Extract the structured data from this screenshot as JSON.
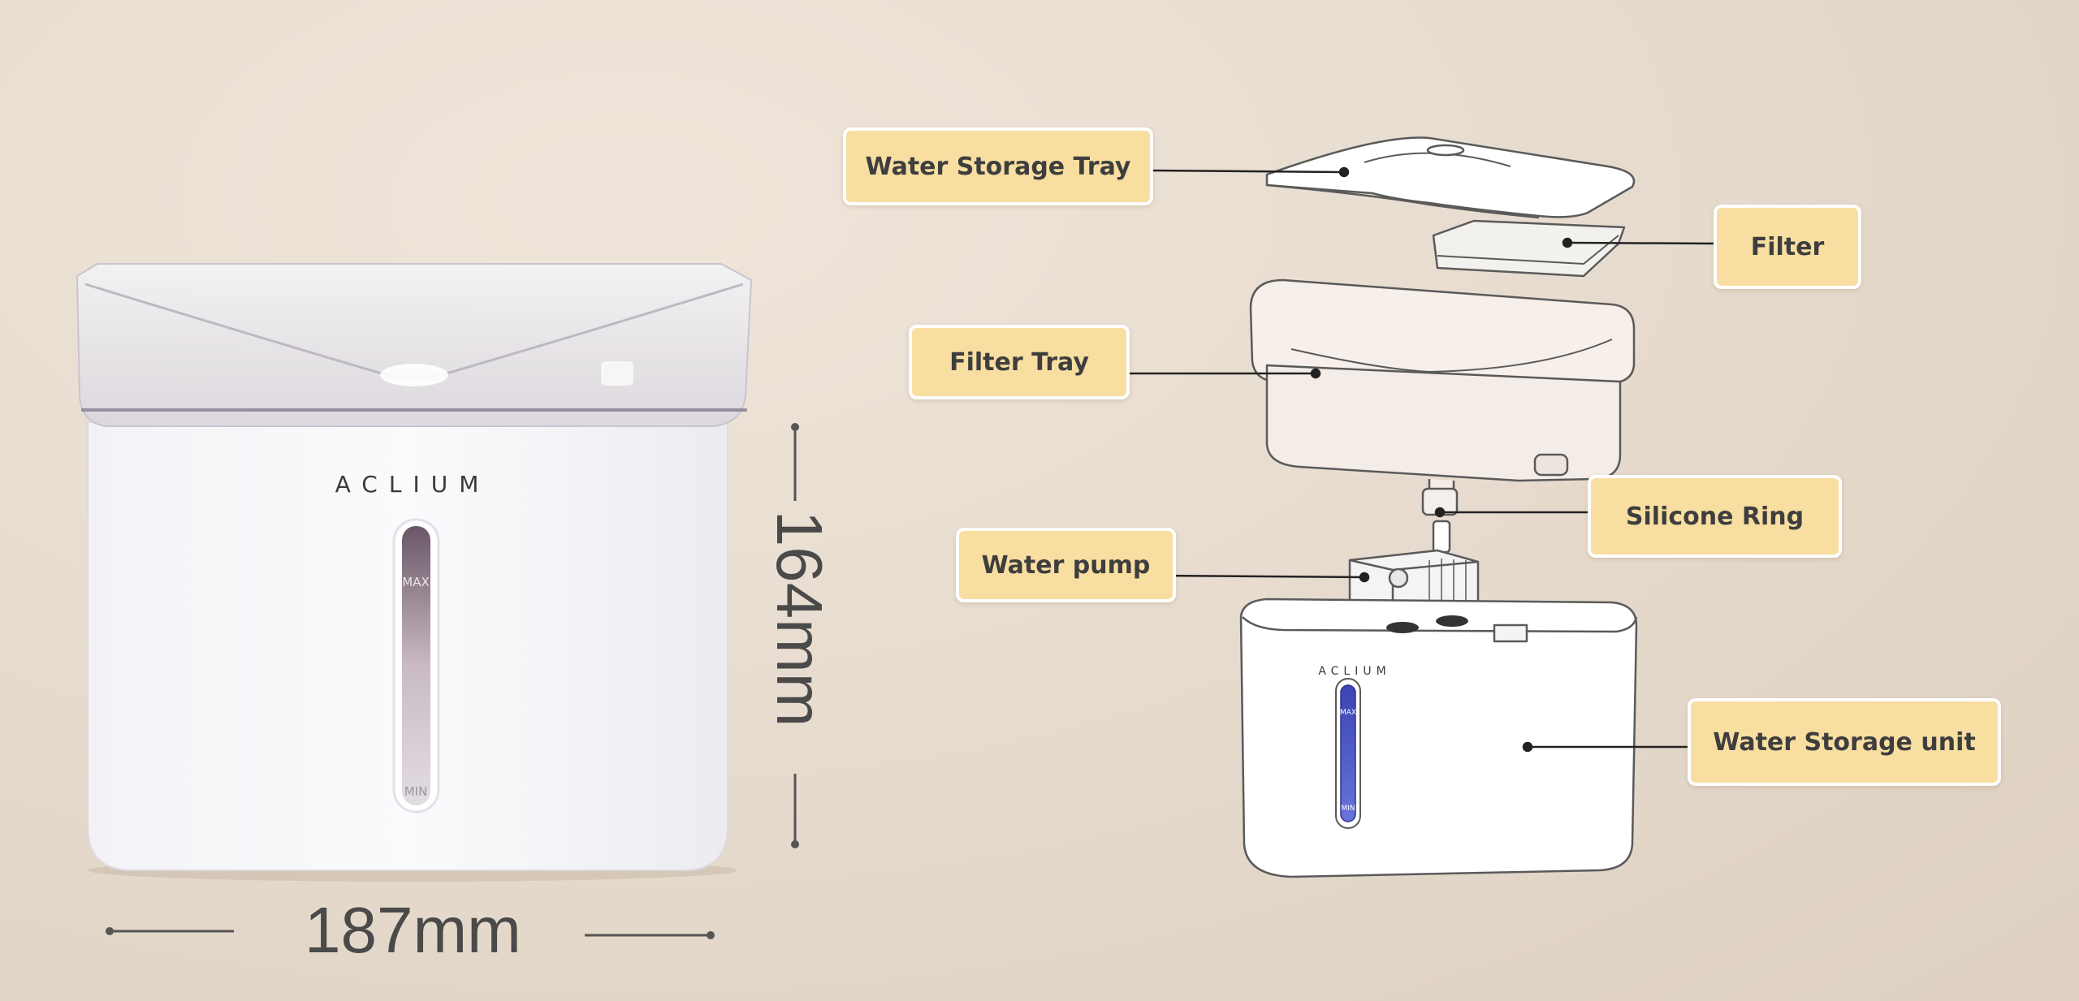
{
  "labels": {
    "water_storage_tray": "Water Storage Tray",
    "filter": "Filter",
    "filter_tray": "Filter Tray",
    "silicone_ring": "Silicone Ring",
    "water_pump": "Water pump",
    "water_storage_unit": "Water Storage unit"
  },
  "product": {
    "brand": "ACLIUM",
    "level_max": "MAX",
    "level_min": "MIN"
  },
  "dimensions": {
    "width": "187mm",
    "height": "164mm"
  },
  "colors": {
    "label_fill": "#f8dea0",
    "label_border": "#ffffff",
    "label_text": "#3e3e3e",
    "water_level": "#4a56c8"
  }
}
